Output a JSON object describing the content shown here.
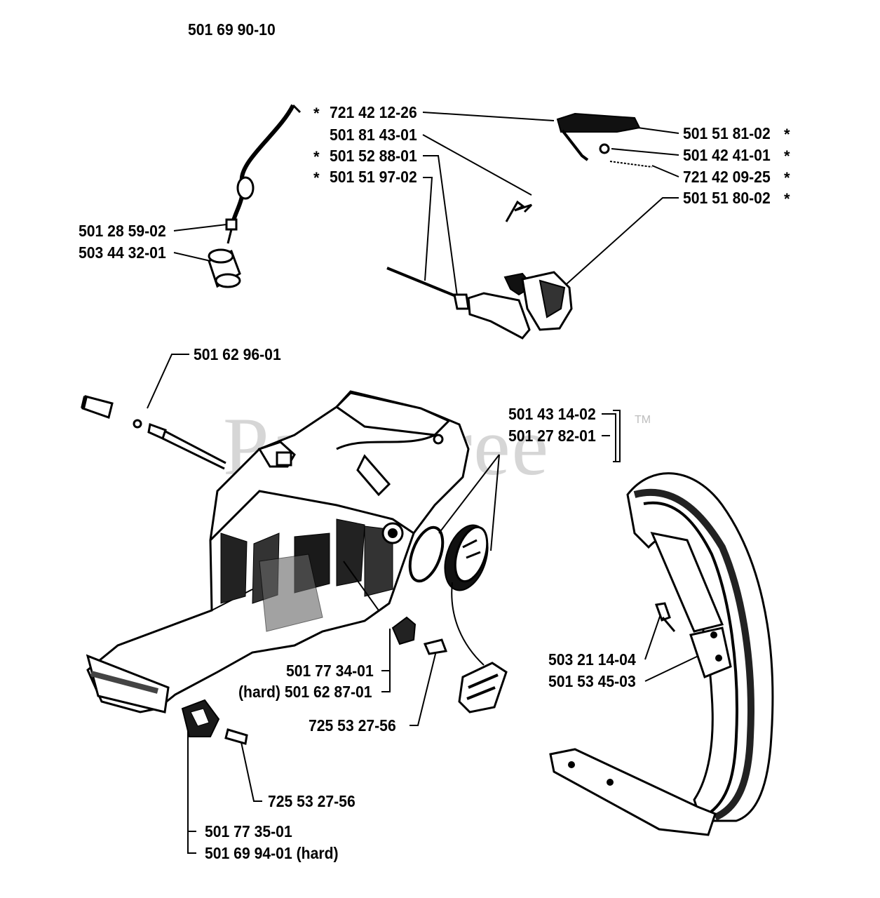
{
  "diagram": {
    "assembly_number": "501 69 90-10",
    "watermark": "PartsTree",
    "watermark_tm": "TM",
    "asterisk": "*",
    "part_labels": [
      {
        "id": "p1",
        "text": "721 42 12-26",
        "asterisk": "left"
      },
      {
        "id": "p2",
        "text": "501 81 43-01",
        "asterisk": "none"
      },
      {
        "id": "p3",
        "text": "501 52 88-01",
        "asterisk": "left"
      },
      {
        "id": "p4",
        "text": "501 51 97-02",
        "asterisk": "left"
      },
      {
        "id": "p5",
        "text": "501 51 81-02",
        "asterisk": "right"
      },
      {
        "id": "p6",
        "text": "501 42 41-01",
        "asterisk": "right"
      },
      {
        "id": "p7",
        "text": "721 42 09-25",
        "asterisk": "right"
      },
      {
        "id": "p8",
        "text": "501 51 80-02",
        "asterisk": "right"
      },
      {
        "id": "p9",
        "text": "501 28 59-02",
        "asterisk": "none"
      },
      {
        "id": "p10",
        "text": "503 44 32-01",
        "asterisk": "none"
      },
      {
        "id": "p11",
        "text": "501 62 96-01",
        "asterisk": "none"
      },
      {
        "id": "p12",
        "text": "501 43 14-02",
        "asterisk": "none"
      },
      {
        "id": "p13",
        "text": "501 27 82-01",
        "asterisk": "none"
      },
      {
        "id": "p14",
        "text": "503 21 14-04",
        "asterisk": "none"
      },
      {
        "id": "p15",
        "text": "501 53 45-03",
        "asterisk": "none"
      },
      {
        "id": "p16",
        "text": "501 77 34-01",
        "asterisk": "none"
      },
      {
        "id": "p17",
        "text": "(hard) 501 62 87-01",
        "asterisk": "none"
      },
      {
        "id": "p18",
        "text": "725 53 27-56",
        "asterisk": "none"
      },
      {
        "id": "p19",
        "text": "725 53 27-56",
        "asterisk": "none"
      },
      {
        "id": "p20",
        "text": "501 77 35-01",
        "asterisk": "none"
      },
      {
        "id": "p21",
        "text": "501 69 94-01 (hard)",
        "asterisk": "none"
      }
    ]
  }
}
